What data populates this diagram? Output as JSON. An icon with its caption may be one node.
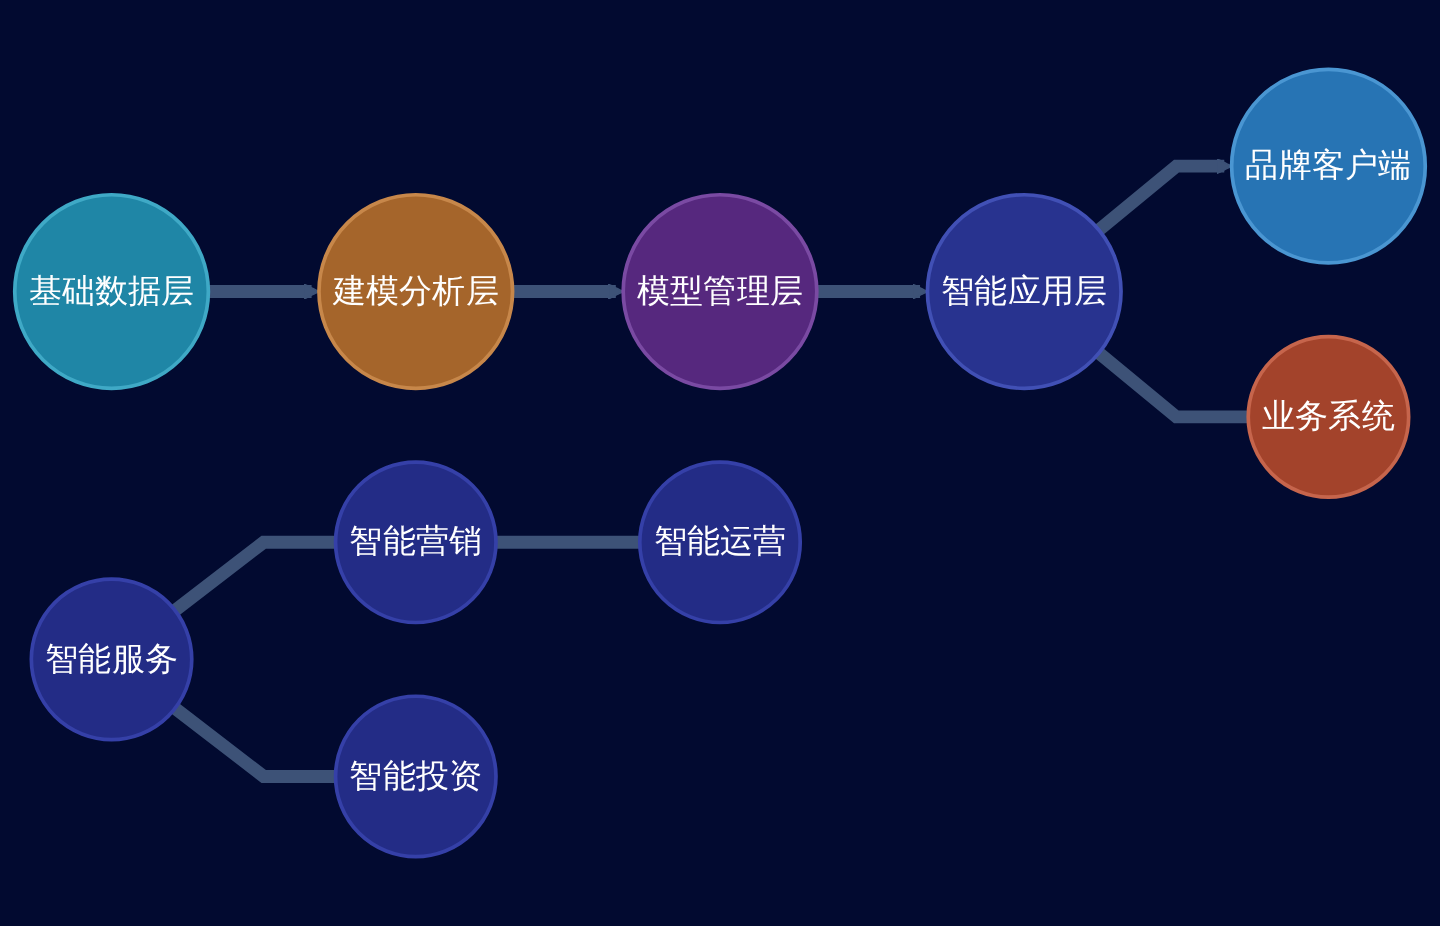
{
  "diagram": {
    "nodes": [
      {
        "text": [
          "基础数据层"
        ]
      },
      {
        "text": [
          "建模分析层"
        ]
      },
      {
        "text": [
          "模型管理层"
        ]
      },
      {
        "text": [
          "智能应用层"
        ]
      },
      {
        "text": [
          "智能营销"
        ]
      },
      {
        "text": [
          "智能运营"
        ]
      },
      {
        "text": [
          "智能服务"
        ]
      },
      {
        "text": [
          "智能投资"
        ]
      },
      {
        "text": [
          "品牌客户端"
        ]
      },
      {
        "text": [
          "业务系统"
        ]
      }
    ],
    "edges": [
      {
        "from": 0,
        "to": 1,
        "arrow": "to"
      },
      {
        "from": 1,
        "to": 2,
        "arrow": "to"
      },
      {
        "from": 2,
        "to": 3,
        "arrow": "to"
      },
      {
        "from": 3,
        "to": 8,
        "arrow": "to"
      },
      {
        "from": 3,
        "to": 9,
        "arrow": "none"
      },
      {
        "from": 6,
        "to": 4,
        "arrow": "none"
      },
      {
        "from": 4,
        "to": 5,
        "arrow": "none"
      },
      {
        "from": 6,
        "to": 7,
        "arrow": "none"
      }
    ]
  }
}
